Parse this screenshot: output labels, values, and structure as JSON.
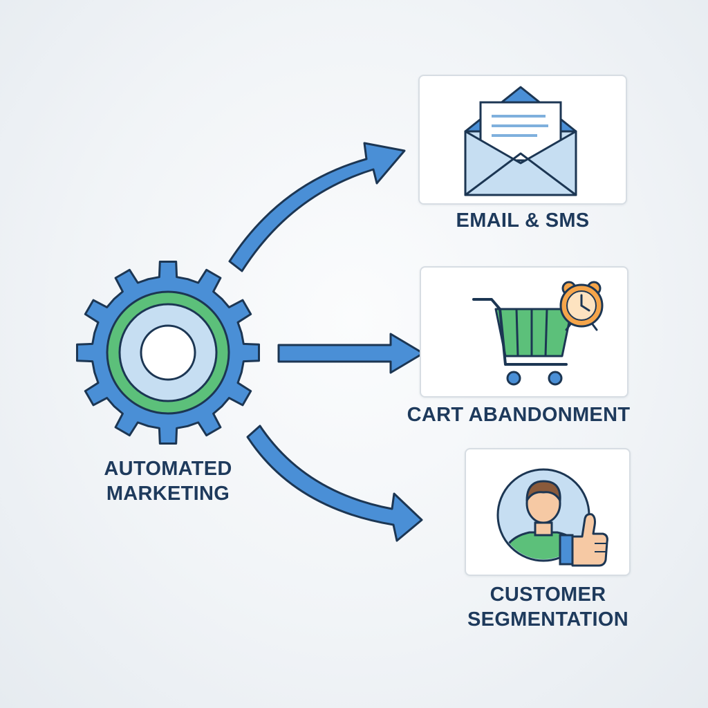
{
  "hub": {
    "line1": "AUTOMATED",
    "line2": "MARKETING",
    "icon": "gear-icon"
  },
  "outputs": [
    {
      "label": "EMAIL & SMS",
      "icon": "envelope-icon"
    },
    {
      "label": "CART ABANDONMENT",
      "icon": "shopping-cart-clock-icon"
    },
    {
      "label1": "CUSTOMER",
      "label2": "SEGMENTATION",
      "icon": "customer-thumbs-up-icon"
    }
  ],
  "colors": {
    "blue": "#4a8fd6",
    "light_blue": "#c6def2",
    "green": "#5cc07a",
    "outline": "#1c3653",
    "text": "#1e3a5c",
    "orange": "#f5a54a"
  }
}
